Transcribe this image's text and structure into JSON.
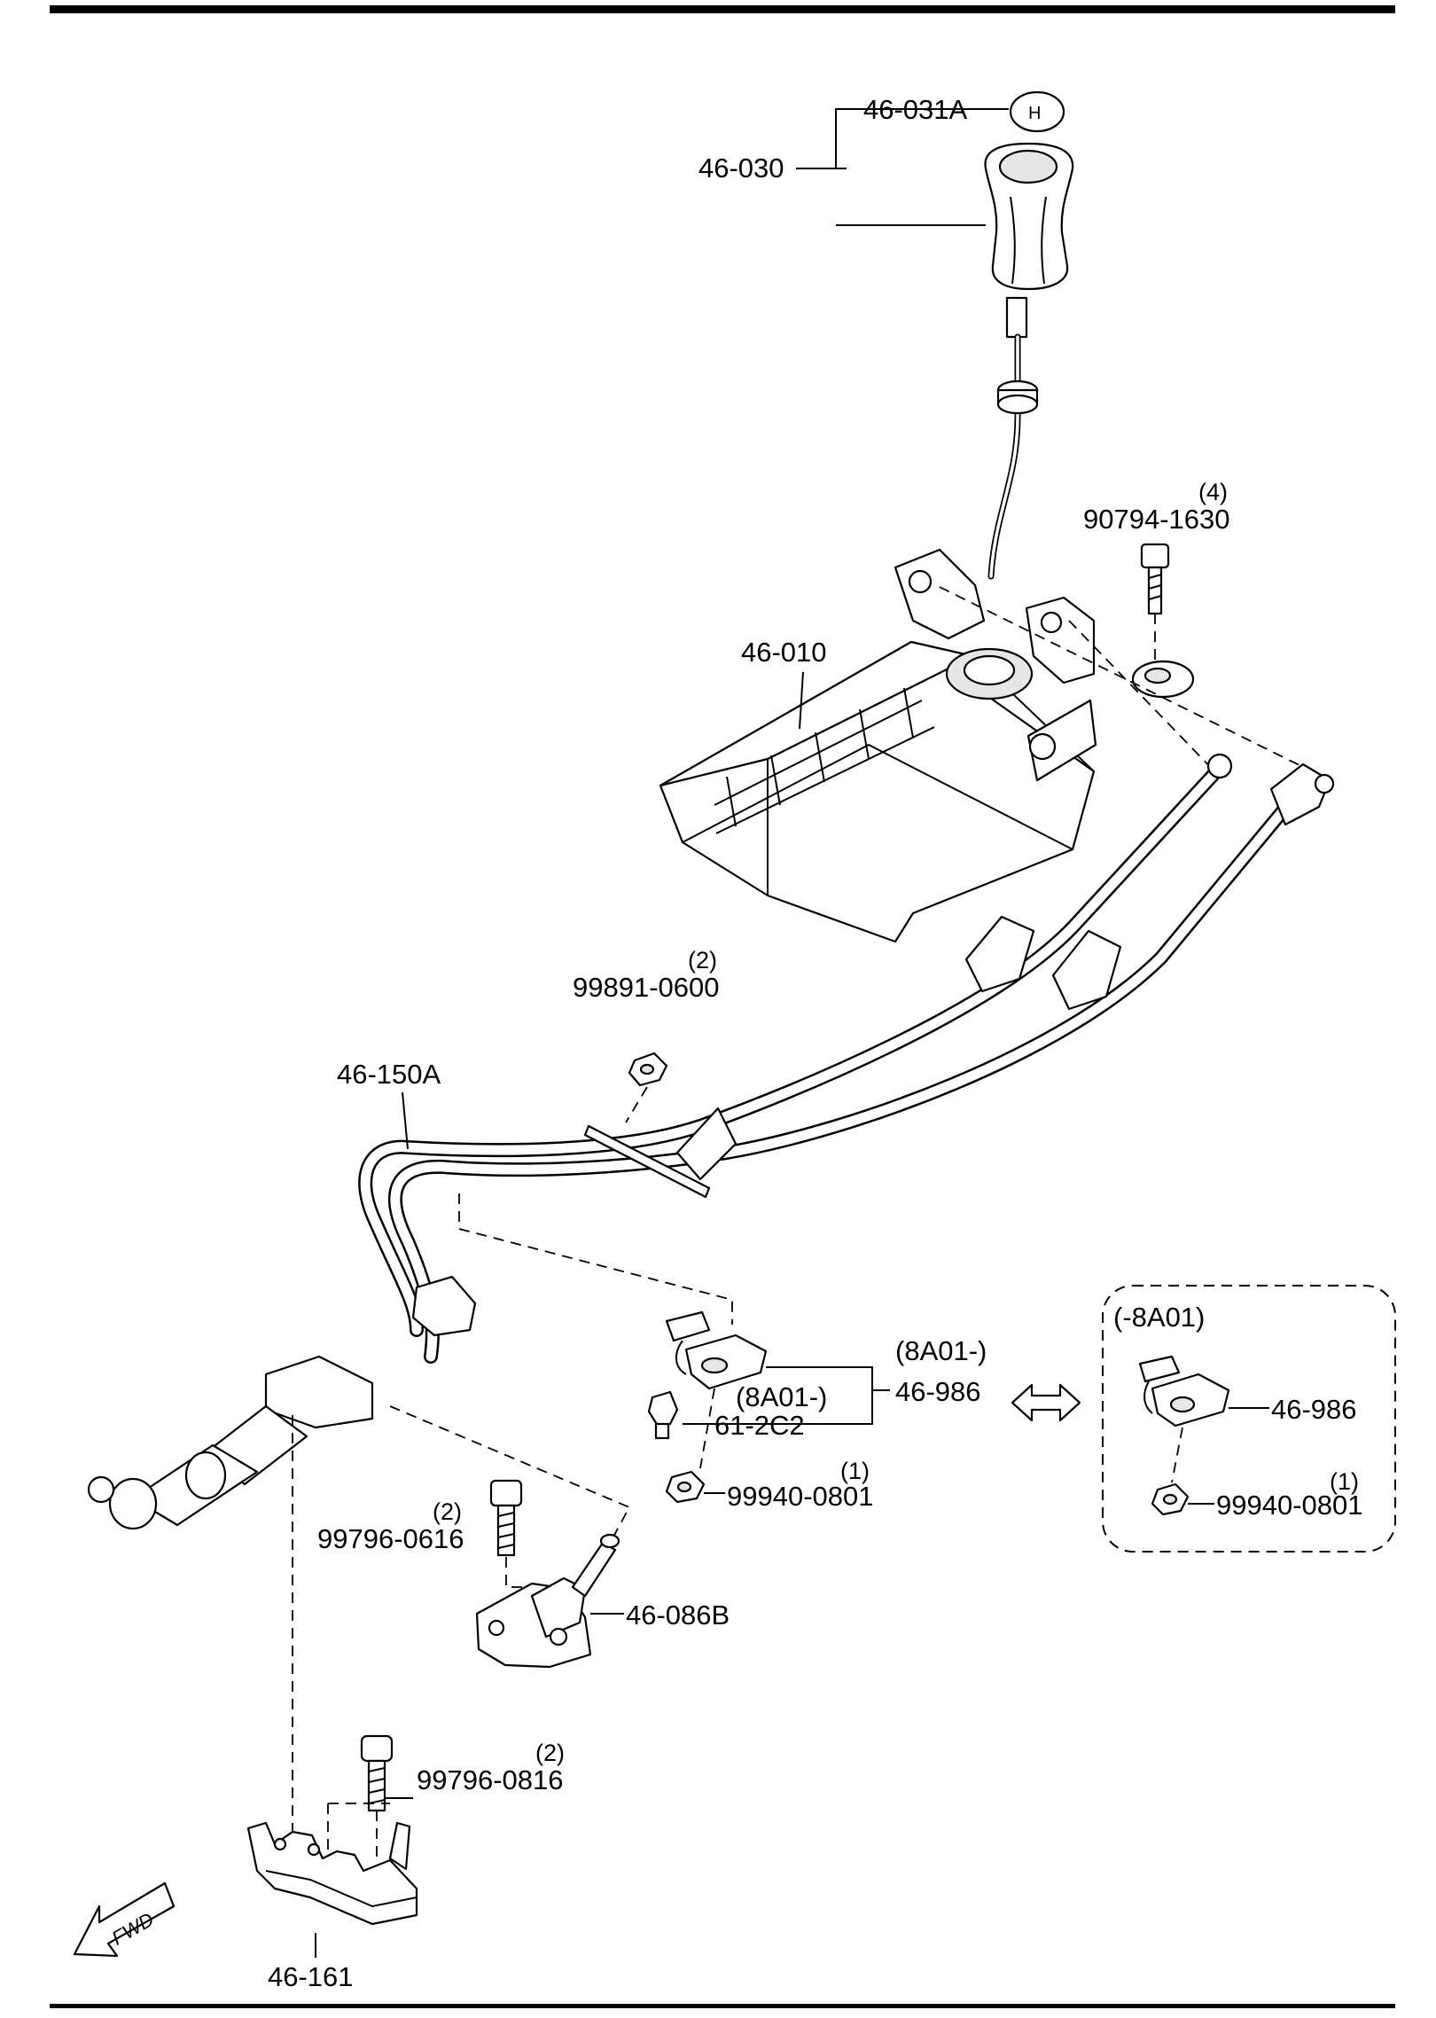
{
  "diagram": {
    "labels": {
      "knob_cap": "46-031A",
      "knob": "46-030",
      "bolt_shifter": "90794-1630",
      "bolt_shifter_qty": "(4)",
      "shifter_assembly": "46-010",
      "nut_bracket": "99891-0600",
      "nut_bracket_qty": "(2)",
      "cable_assembly": "46-150A",
      "range_new": "(8A01-)",
      "clip": "46-986",
      "range_new_clip": "(8A01-)",
      "clip_pin": "61-2C2",
      "nut_clip": "99940-0801",
      "nut_clip_qty": "(1)",
      "bolt_bracket": "99796-0616",
      "bolt_bracket_qty": "(2)",
      "bracket": "46-086B",
      "bolt_lower": "99796-0816",
      "bolt_lower_qty": "(2)",
      "lower_bracket": "46-161",
      "fwd": "FWD"
    },
    "inset": {
      "title": "(-8A01)",
      "clip": "46-986",
      "nut": "99940-0801",
      "nut_qty": "(1)"
    }
  }
}
